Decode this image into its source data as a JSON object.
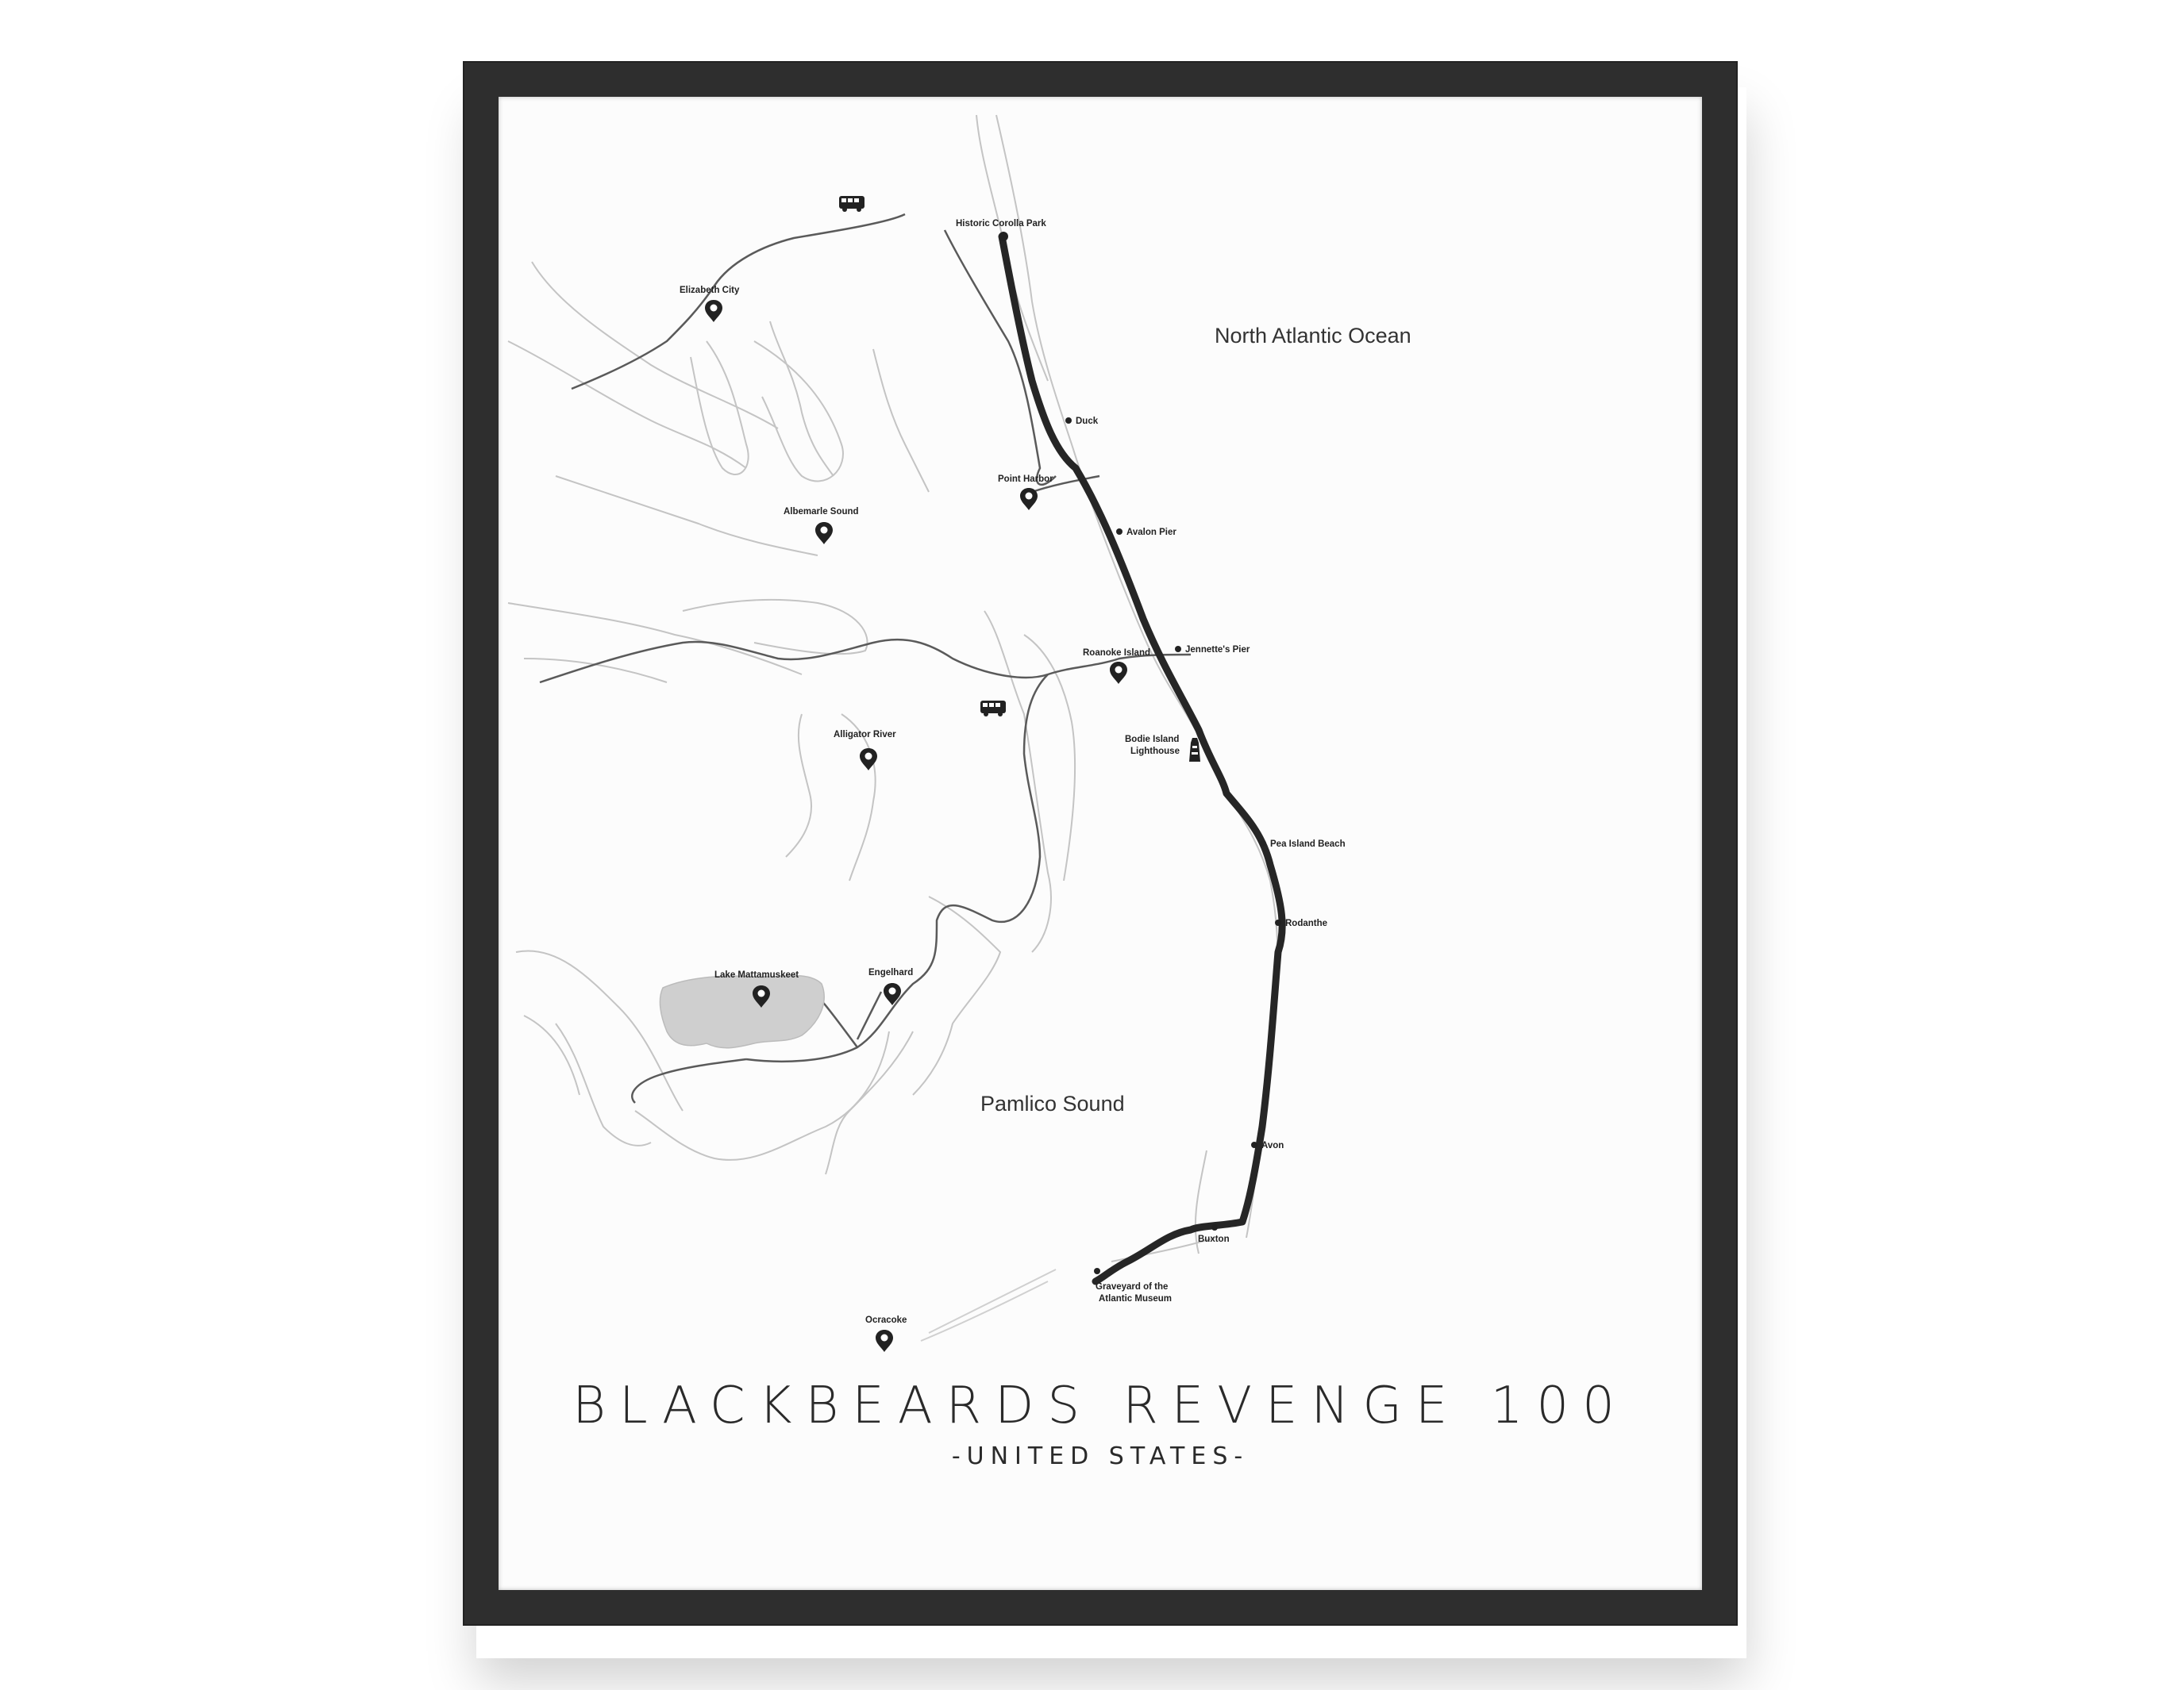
{
  "poster": {
    "title": "BLACKBEARDS REVENGE 100",
    "subtitle": "-UNITED STATES-"
  },
  "water_labels": {
    "ocean": "North Atlantic Ocean",
    "sound": "Pamlico Sound"
  },
  "places": [
    {
      "id": "corolla",
      "label": "Historic Corolla Park",
      "kind": "dot"
    },
    {
      "id": "elizabeth",
      "label": "Elizabeth City",
      "kind": "pin"
    },
    {
      "id": "duck",
      "label": "Duck",
      "kind": "dot"
    },
    {
      "id": "point-harbor",
      "label": "Point Harbor",
      "kind": "pin"
    },
    {
      "id": "albemarle",
      "label": "Albemarle Sound",
      "kind": "pin"
    },
    {
      "id": "avalon",
      "label": "Avalon Pier",
      "kind": "dot"
    },
    {
      "id": "jennette",
      "label": "Jennette's Pier",
      "kind": "dot"
    },
    {
      "id": "roanoke",
      "label": "Roanoke Island",
      "kind": "pin"
    },
    {
      "id": "bodie-1",
      "label": "Bodie Island",
      "kind": "lighthouse"
    },
    {
      "id": "bodie-2",
      "label": "Lighthouse",
      "kind": "text"
    },
    {
      "id": "alligator",
      "label": "Alligator River",
      "kind": "pin"
    },
    {
      "id": "pea-island",
      "label": "Pea Island Beach",
      "kind": "dot"
    },
    {
      "id": "rodanthe",
      "label": "Rodanthe",
      "kind": "dot"
    },
    {
      "id": "mattamuskeet",
      "label": "Lake Mattamuskeet",
      "kind": "pin"
    },
    {
      "id": "engelhard",
      "label": "Engelhard",
      "kind": "pin"
    },
    {
      "id": "avon",
      "label": "Avon",
      "kind": "dot"
    },
    {
      "id": "buxton",
      "label": "Buxton",
      "kind": "dot"
    },
    {
      "id": "graveyard-1",
      "label": "Graveyard of the",
      "kind": "dot"
    },
    {
      "id": "graveyard-2",
      "label": "Atlantic Museum",
      "kind": "text"
    },
    {
      "id": "ocracoke",
      "label": "Ocracoke",
      "kind": "pin"
    }
  ],
  "icons": [
    "bus-icon",
    "bus-icon",
    "lighthouse-icon",
    "map-pin-icon"
  ],
  "colors": {
    "route": "#262626",
    "roads": "#555555",
    "coastline": "#bdbdbd",
    "lake": "#cfcfcf",
    "frame": "#2e2e2e"
  }
}
